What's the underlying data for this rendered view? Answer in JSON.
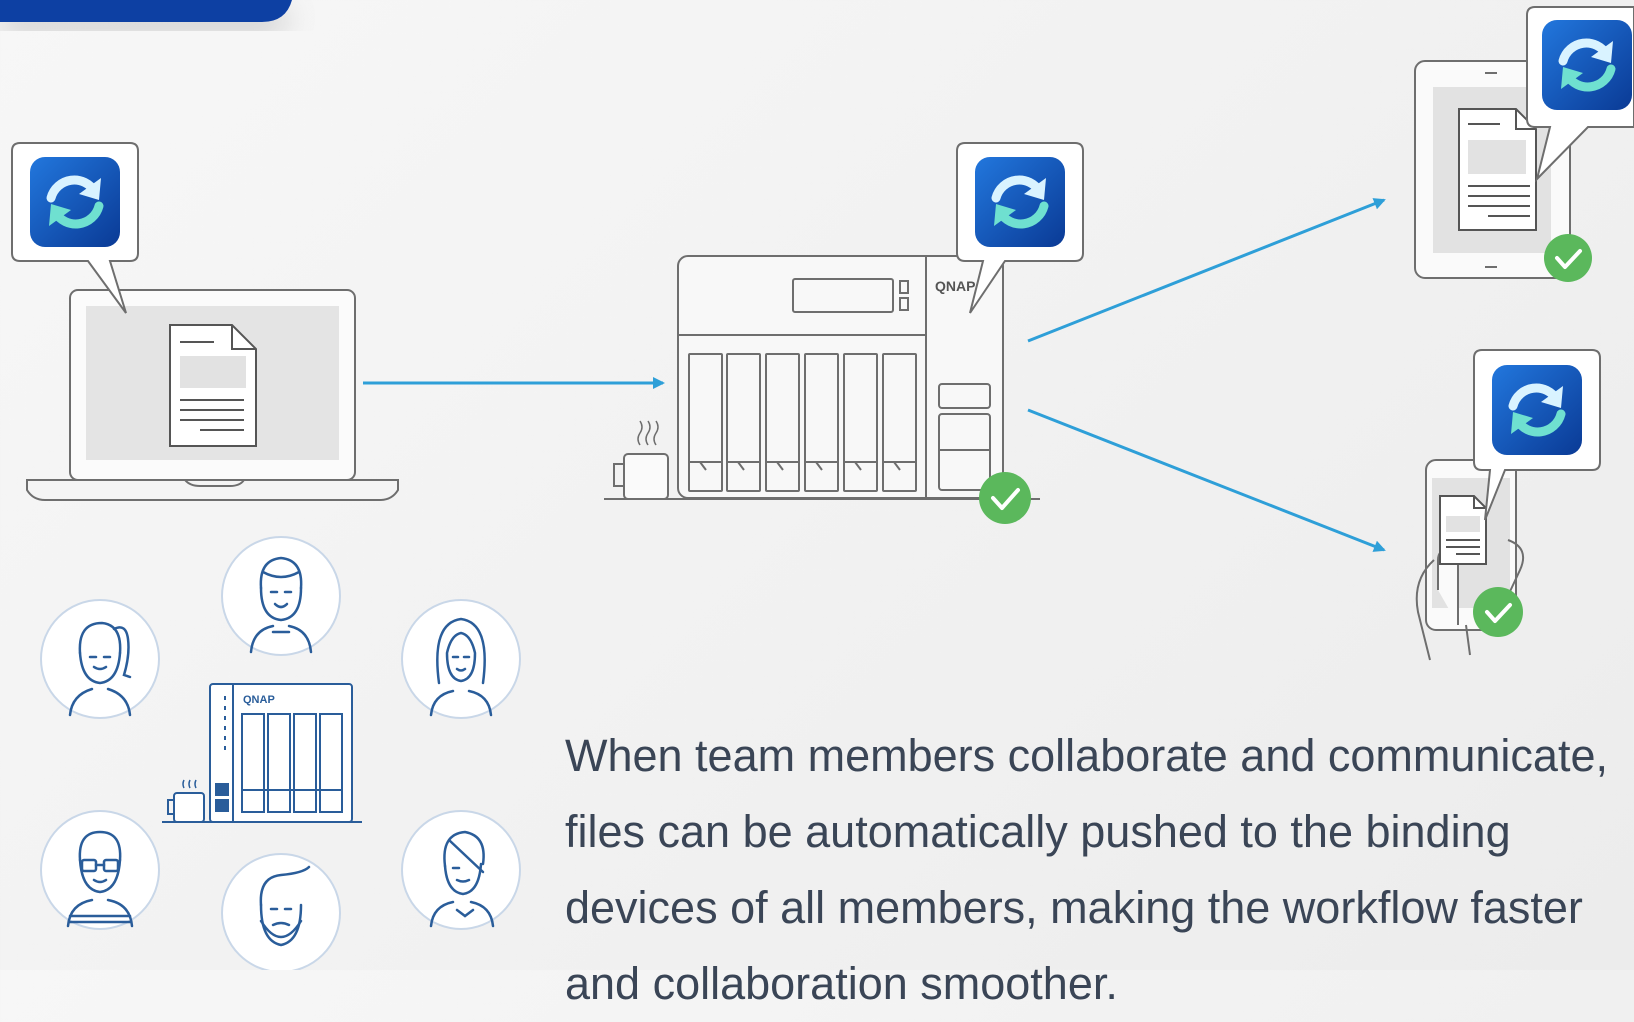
{
  "colors": {
    "accent": "#2e9fd8",
    "sync_tile_dark": "#0a3e9e",
    "sync_tile_light": "#1f6ed6",
    "check": "#5bb85c",
    "line_art": "#6e6e6e",
    "people_art": "#2a5d9a",
    "text": "#3a4556"
  },
  "icons": {
    "sync": "sync-arrows-icon",
    "check": "checkmark-icon",
    "document": "document-icon"
  },
  "devices": {
    "laptop": "laptop",
    "nas": "nas",
    "tablet": "tablet",
    "phone": "phone"
  },
  "nas": {
    "brand": "QNAP"
  },
  "small_nas": {
    "brand": "QNAP"
  },
  "caption": {
    "line1": "When team members collaborate and communicate,",
    "line2": "files can be automatically pushed to the binding",
    "line3": "devices of all members, making the workflow faster",
    "line4": "and collaboration smoother."
  }
}
